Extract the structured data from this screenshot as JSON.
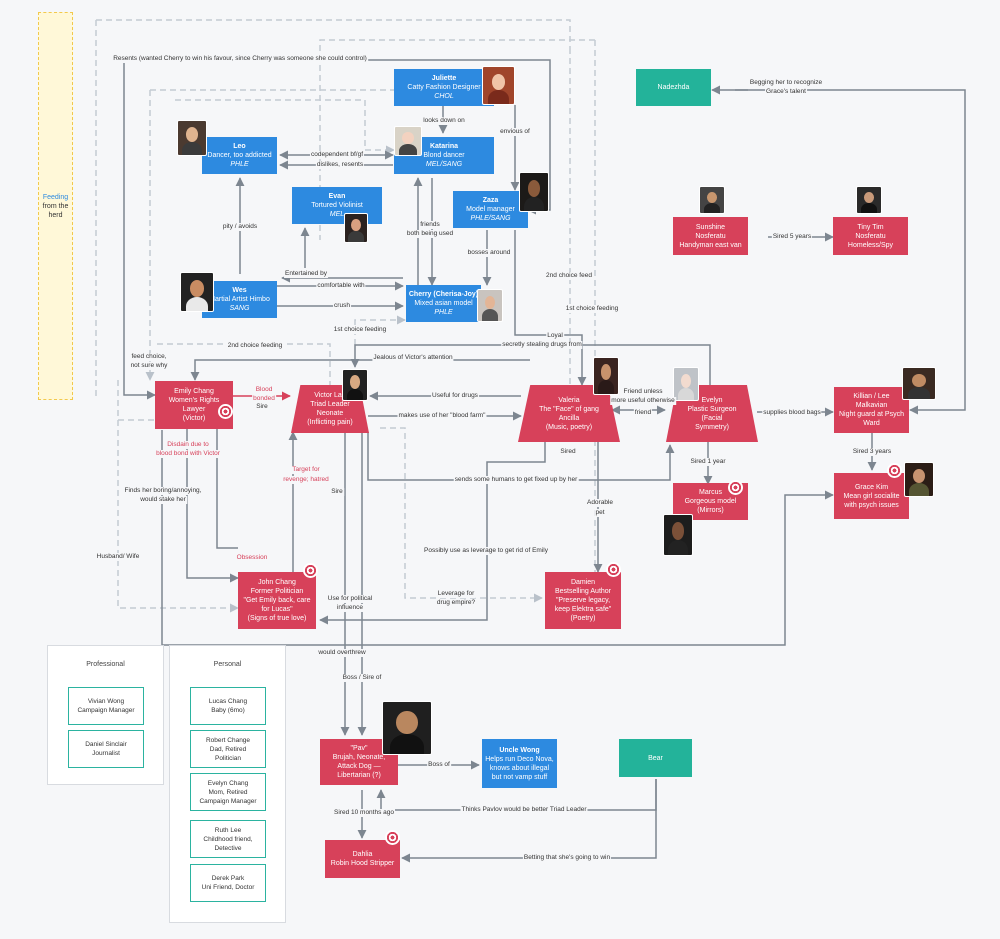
{
  "sidebar": {
    "feeding_title": "Feeding",
    "feeding_sub": "from the herd"
  },
  "nodes": {
    "juliette": {
      "name": "Juliette",
      "desc": "Catty Fashion Designer",
      "tag": "CHOL"
    },
    "leo": {
      "name": "Leo",
      "desc": "Dancer, too addicted",
      "tag": "PHLE"
    },
    "katarina": {
      "name": "Katarina",
      "desc": "Blond dancer",
      "tag": "MEL/SANG"
    },
    "evan": {
      "name": "Evan",
      "desc": "Tortured Violinist",
      "tag": "MEL"
    },
    "zaza": {
      "name": "Zaza",
      "desc": "Model manager",
      "tag": "PHLE/SANG"
    },
    "wes": {
      "name": "Wes",
      "desc": "Martial Artist Himbo",
      "tag": "SANG"
    },
    "cherry": {
      "name": "Cherry (Cherisa-Joy)",
      "desc": "Mixed asian model",
      "tag": "PHLE"
    },
    "nadezhda": {
      "name": "Nadezhda"
    },
    "sunshine": {
      "l1": "Sunshine",
      "l2": "Nosferatu",
      "l3": "Handyman east van"
    },
    "tinytim": {
      "l1": "Tiny Tim",
      "l2": "Nosferatu",
      "l3": "Homeless/Spy"
    },
    "emily": {
      "l1": "Emily Chang",
      "l2": "Women's Rights",
      "l3": "Lawyer",
      "l4": "(Victor)"
    },
    "victor": {
      "l1": "Victor Lau",
      "l2": "Triad Leader",
      "l3": "Neonate",
      "l4": "(Inflicting pain)"
    },
    "valeria": {
      "l1": "Valeria",
      "l2": "The \"Face\" of gang",
      "l3": "Ancilla",
      "l4": "(Music, poetry)"
    },
    "evelyn": {
      "l1": "Evelyn",
      "l2": "Plastic Surgeon",
      "l3": "(Facial",
      "l4": "Symmetry)"
    },
    "killian": {
      "l1": "Killian / Lee",
      "l2": "Malkavian",
      "l3": "Night guard at Psych",
      "l4": "Ward"
    },
    "marcus": {
      "l1": "Marcus",
      "l2": "Gorgeous model",
      "l3": "(Mirrors)"
    },
    "grace": {
      "l1": "Grace Kim",
      "l2": "Mean girl socialite",
      "l3": "with psych issues"
    },
    "john": {
      "l1": "John Chang",
      "l2": "Former Politician",
      "l3": "\"Get Emily back, care",
      "l4": "for Lucas\"",
      "l5": "(Signs of true love)"
    },
    "damien": {
      "l1": "Damien",
      "l2": "Bestselling Author",
      "l3": "\"Preserve legacy,",
      "l4": "keep Elektra safe\"",
      "l5": "(Poetry)"
    },
    "pav": {
      "l1": "\"Pav\"",
      "l2": "Brujah, Neonate,",
      "l3": "Attack Dog —",
      "l4": "Libertarian (?)"
    },
    "unclewong": {
      "name": "Uncle Wong",
      "l2": "Helps run Deco Nova,",
      "l3": "knows about illegal",
      "l4": "but not vamp stuff"
    },
    "bear": {
      "name": "Bear"
    },
    "dahlia": {
      "l1": "Dahlia",
      "l2": "Robin Hood Stripper"
    }
  },
  "professional": {
    "title": "Professional",
    "cards": [
      {
        "l1": "Vivian Wong",
        "l2": "Campaign Manager"
      },
      {
        "l1": "Daniel Sinclair",
        "l2": "Journalist"
      }
    ]
  },
  "personal": {
    "title": "Personal",
    "cards": [
      {
        "l1": "Lucas Chang",
        "l2": "Baby (6mo)"
      },
      {
        "l1": "Robert Change",
        "l2": "Dad, Retired",
        "l3": "Politician"
      },
      {
        "l1": "Evelyn Chang",
        "l2": "Mom, Retired",
        "l3": "Campaign Manager"
      },
      {
        "l1": "Ruth Lee",
        "l2": "Childhood friend,",
        "l3": "Detective"
      },
      {
        "l1": "Derek Park",
        "l2": "Uni Friend, Doctor"
      }
    ]
  },
  "edges": {
    "resents": "Resents (wanted Cherry to win his favour, since Cherry was someone she could control)",
    "looks_down": "looks down on",
    "envious": "envious of",
    "codependent": "codependent bf/gf",
    "dislikes": "dislikes, resents",
    "pity": "pity / avoids",
    "friends1": "friends",
    "friends2": "both being used",
    "bosses": "bosses around",
    "entertained": "Entertained by",
    "comfortable": "comfortable with",
    "crush": "crush",
    "second_choice_feed": "2nd choice feed",
    "first_choice_feeding_r": "1st choice feeding",
    "first_choice_feeding_m": "1st choice feeding",
    "loyal": "Loyal",
    "secretly": "secretly stealing drugs from",
    "second_choice_feeding": "2nd choice feeding",
    "feed_choice1": "feed choice,",
    "feed_choice2": "not sure why",
    "jealous": "Jealous of Victor's attention",
    "begging1": "Begging her to recognize",
    "begging2": "Grace's talent",
    "sired5": "Sired 5 years",
    "blood1": "Blood",
    "blood2": "bonded",
    "sire": "Sire",
    "useful": "Useful for drugs",
    "makes_use": "makes use of her \"blood farm\"",
    "friend_unless1": "Friend unless",
    "friend_unless2": "more useful otherwise",
    "friend": "friend",
    "supplies": "supplies blood bags",
    "disdain1": "Disdain due to",
    "disdain2": "blood bond with Victor",
    "sired_v": "Sired",
    "sired1yr": "Sired 1 year",
    "sired3": "Sired 3 years",
    "sends": "sends some humans to get fixed up by her",
    "adorable1": "Adorable",
    "adorable2": "pet",
    "target1": "Target for",
    "target2": "revenge; hatred",
    "sire2": "Sire",
    "finds1": "Finds her boring/annoying,",
    "finds2": "would stake her",
    "leverage_emily": "Possibly use as leverage to get rid of Emily",
    "husband": "Husband/ Wife",
    "obsession": "Obsession",
    "political1": "Use for political",
    "political2": "influence",
    "leverage_drug1": "Leverage for",
    "leverage_drug2": "drug empire?",
    "overthrew": "would overthrew",
    "boss_sire": "Boss / Sire of",
    "boss_of": "Boss of",
    "thinks": "Thinks Pavlov would be better Triad Leader",
    "sired10": "Sired 10 months ago",
    "betting": "Betting that she's going to win"
  },
  "colors": {
    "blue": "#2d8ae0",
    "red": "#d7415a",
    "teal": "#23b39a",
    "line": "#8a929c",
    "dashed": "#c4cbd3"
  }
}
